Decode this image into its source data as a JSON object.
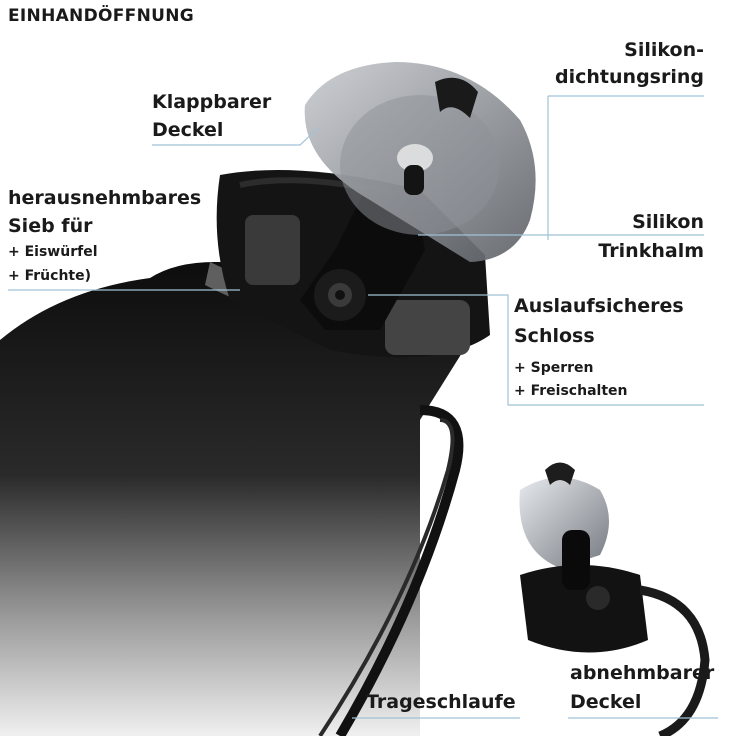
{
  "title": "EINHANDÖFFNUNG",
  "labels": {
    "klappbarer_deckel": [
      "Klappbarer",
      "Deckel"
    ],
    "silikondichtungsring": [
      "Silikon-",
      "dichtungsring"
    ],
    "sieb": {
      "lines": [
        "herausnehmbares",
        "Sieb für"
      ],
      "items": [
        "+ Eiswürfel",
        "+ Früchte)"
      ]
    },
    "silikon_trinkhalm": [
      "Silikon",
      "Trinkhalm"
    ],
    "auslaufsicheres_schloss": {
      "lines": [
        "Auslaufsicheres",
        "Schloss"
      ],
      "items": [
        "+ Sperren",
        "+ Freischalten"
      ]
    },
    "trageschlaufe": "Trageschlaufe",
    "abnehmbarer_deckel": [
      "abnehmbarer",
      "Deckel"
    ]
  },
  "colors": {
    "leader_line": "#9fc3d6",
    "bottle_top": "#111111",
    "bottle_bottom": "#ededed",
    "lid_tint": "#7b8088"
  }
}
